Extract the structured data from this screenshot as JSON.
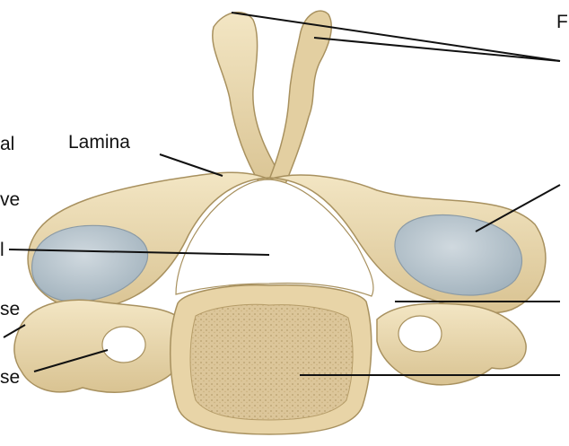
{
  "figure": {
    "labels": {
      "lamina": "Lamina",
      "left_fragment_1": "al",
      "left_fragment_2": "ve",
      "left_fragment_3": "l",
      "left_fragment_4": "se",
      "left_fragment_5": "se",
      "right_fragment_1": "F"
    },
    "colors": {
      "bone": "#ebd9b0",
      "bone_shadow": "#c9b27c",
      "bone_dark": "#a8915f",
      "cartilage_facet": "#b7c3cb",
      "body_spongy": "#dcc69a",
      "leader_line": "#111111"
    }
  }
}
